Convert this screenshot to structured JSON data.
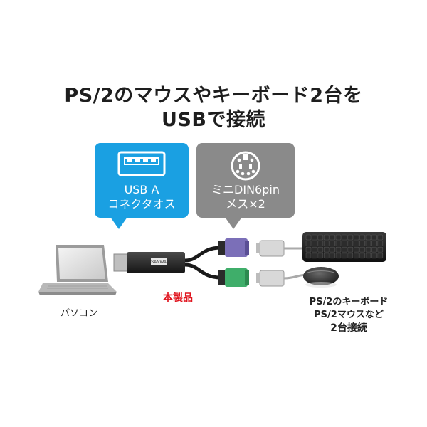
{
  "headline": {
    "line1": "PS/2のマウスやキーボード2台を",
    "line2": "USBで接続"
  },
  "callouts": {
    "usb": {
      "line1": "USB A",
      "line2": "コネクタオス",
      "color": "#1aa0e2",
      "icon": "usb-a-port-icon"
    },
    "ps2": {
      "line1": "ミニDIN6pin",
      "line2": "メス×2",
      "color": "#8a8a8a",
      "icon": "mini-din-port-icon"
    }
  },
  "labels": {
    "product": "本製品",
    "pc": "パソコン",
    "devices": [
      "PS/2のキーボード",
      "PS/2マウスなど",
      "2台接続"
    ]
  },
  "colors": {
    "product_label": "#e0141e",
    "ps2_keyboard_port": "#7b6fb8",
    "ps2_mouse_port": "#3fae6a"
  },
  "icons": [
    "laptop-icon",
    "usb-cable-icon",
    "keyboard-icon",
    "mouse-icon"
  ]
}
